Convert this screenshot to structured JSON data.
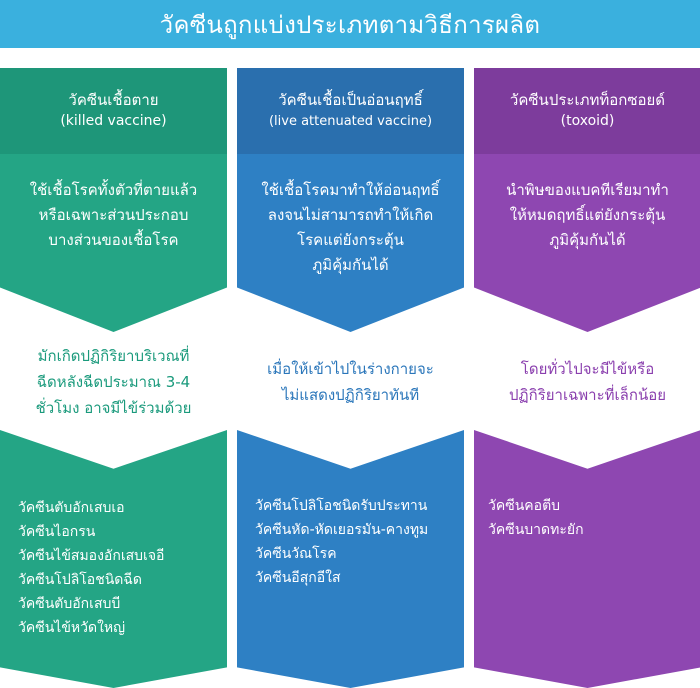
{
  "title": "วัคซีนถูกแบ่งประเภทตามวิธีการผลิต",
  "colors": {
    "banner": "#3ab0de",
    "green_head": "#1e9679",
    "green_body": "#24a585",
    "blue_head": "#2a6fae",
    "blue_body": "#2e80c4",
    "purple_head": "#7d3c9c",
    "purple_body": "#8e47b1"
  },
  "columns": [
    {
      "title": "วัคซีนเชื้อตาย",
      "subtitle": "(killed vaccine)",
      "description": [
        "ใช้เชื้อโรคทั้งตัวที่ตายแล้ว",
        "หรือเฉพาะส่วนประกอบ",
        "บางส่วนของเชื้อโรค"
      ],
      "reaction": [
        "มักเกิดปฏิกิริยาบริเวณที่",
        "ฉีดหลังฉีดประมาณ 3-4",
        "ชั่วโมง อาจมีไข้ร่วมด้วย"
      ],
      "examples": [
        "วัคซีนตับอักเสบเอ",
        "วัคซีนไอกรน",
        "วัคซีนไข้สมองอักเสบเจอี",
        "วัคซีนโปลิโอชนิดฉีด",
        "วัคซีนตับอักเสบบี",
        "วัคซีนไข้หวัดใหญ่"
      ]
    },
    {
      "title": "วัคซีนเชื้อเป็นอ่อนฤทธิ์",
      "subtitle": "(live attenuated vaccine)",
      "description": [
        "ใช้เชื้อโรคมาทำให้อ่อนฤทธิ์",
        "ลงจนไม่สามารถทำให้เกิด",
        "โรคแต่ยังกระตุ้น",
        "ภูมิคุ้มกันได้"
      ],
      "reaction": [
        "เมื่อให้เข้าไปในร่างกายจะ",
        "ไม่แสดงปฏิกิริยาทันที"
      ],
      "examples": [
        "วัคซีนโปลิโอชนิดรับประทาน",
        "วัคซีนหัด-หัดเยอรมัน-คางทูม",
        "วัคซีนวัณโรค",
        "วัคซีนอีสุกอีใส"
      ]
    },
    {
      "title": "วัคซีนประเภทท็อกซอยด์",
      "subtitle": "(toxoid)",
      "description": [
        "นำพิษของแบคทีเรียมาทำ",
        "ให้หมดฤทธิ์แต่ยังกระตุ้น",
        "ภูมิคุ้มกันได้"
      ],
      "reaction": [
        "โดยทั่วไปจะมีไข้หรือ",
        "ปฏิกิริยาเฉพาะที่เล็กน้อย"
      ],
      "examples": [
        "วัคซีนคอตีบ",
        "วัคซีนบาดทะยัก"
      ]
    }
  ]
}
